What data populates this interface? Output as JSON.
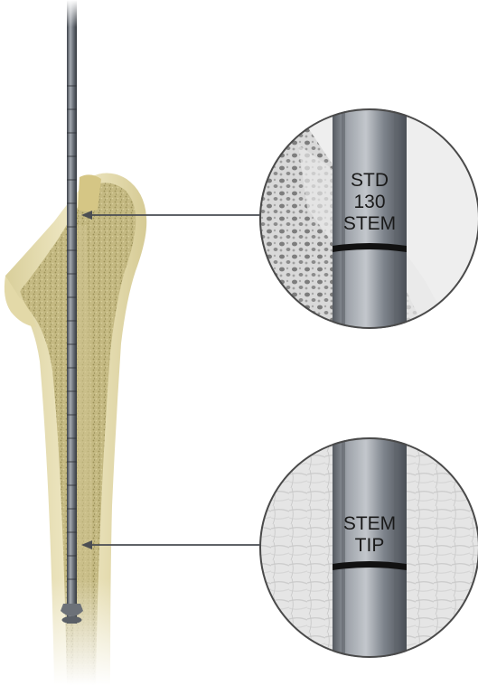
{
  "callouts": {
    "upper": {
      "lines": [
        "STD",
        "130",
        "STEM"
      ]
    },
    "lower": {
      "lines": [
        "STEM",
        "TIP"
      ]
    }
  },
  "colors": {
    "bone_cortex": "#e8dfb4",
    "bone_cancellous": "#b9ae76",
    "rod": "#5c626b",
    "rod_highlight": "#a9aeb5",
    "arrow": "#4a4d52",
    "band": "#111111"
  }
}
